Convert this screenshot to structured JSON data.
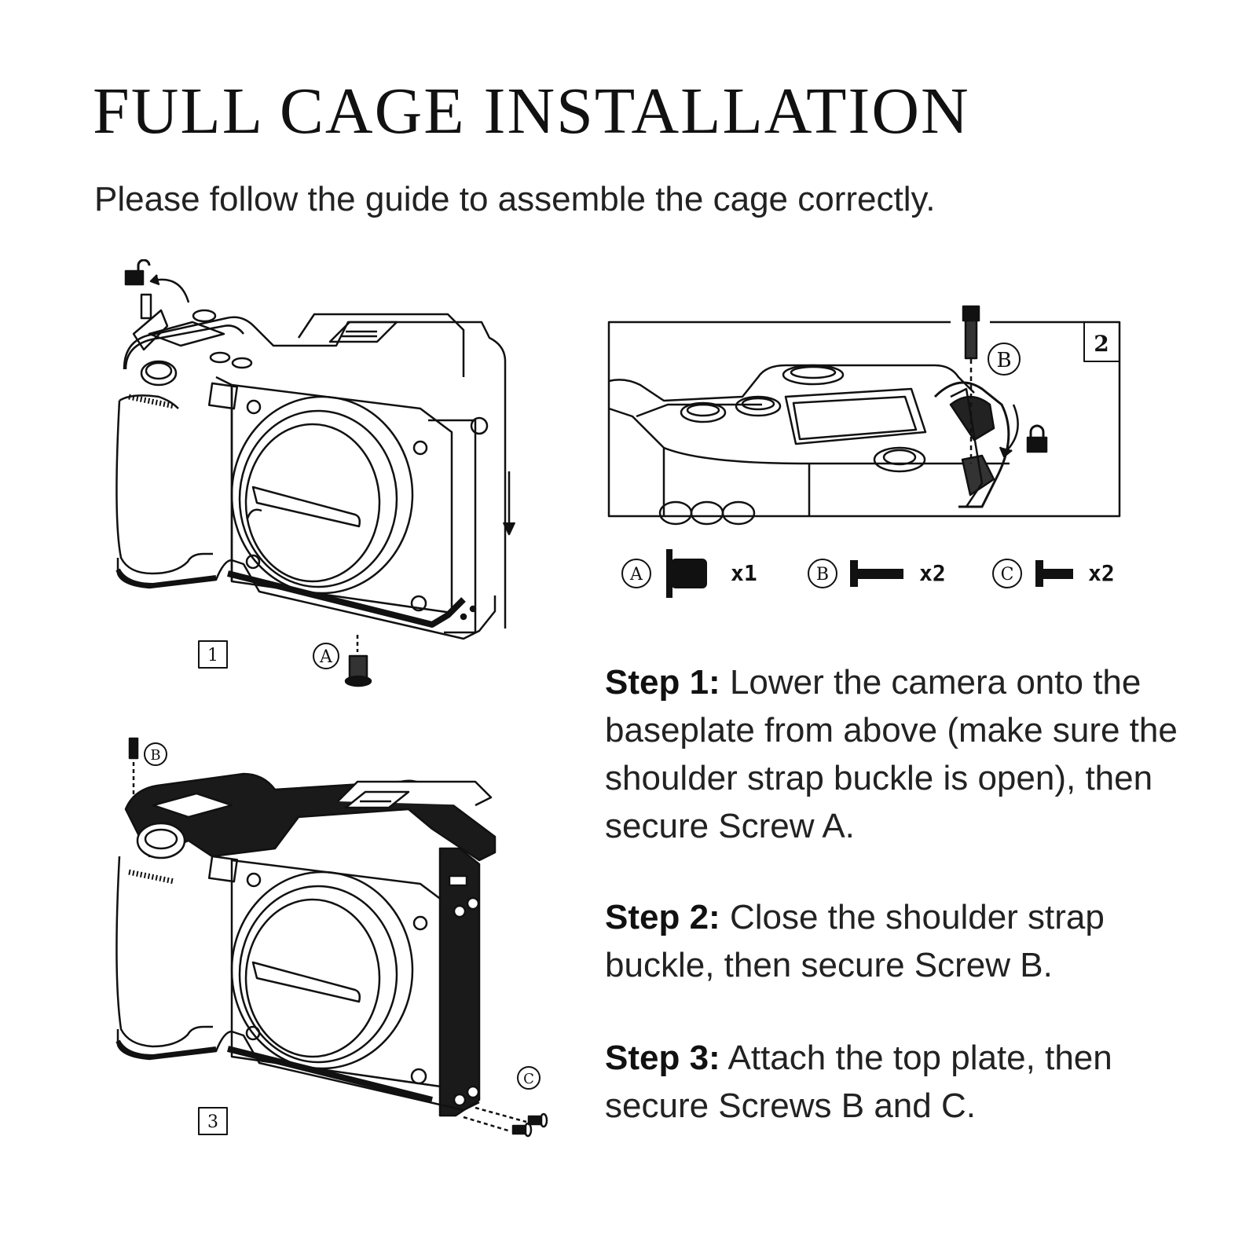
{
  "title": "FULL CAGE INSTALLATION",
  "subtitle": "Please follow the guide to assemble the cage correctly.",
  "figures": {
    "fig1": {
      "number": "1",
      "screw_label": "A"
    },
    "fig2": {
      "number": "2",
      "screw_label": "B"
    },
    "fig3": {
      "number": "3",
      "screw_b_label": "B",
      "screw_c_label": "C"
    }
  },
  "screw_legend": [
    {
      "label": "A",
      "qty": "x1"
    },
    {
      "label": "B",
      "qty": "x2"
    },
    {
      "label": "C",
      "qty": "x2"
    }
  ],
  "steps": [
    {
      "label": "Step 1:",
      "text": "Lower the camera onto the baseplate from above (make sure the shoulder strap buckle is open), then secure Screw A."
    },
    {
      "label": "Step 2:",
      "text": "Close the shoulder strap buckle, then secure Screw B."
    },
    {
      "label": "Step 3:",
      "text": "Attach the top plate, then secure Screws B and C."
    }
  ],
  "icons": [
    "unlock-icon",
    "lock-icon",
    "rotate-arrow-icon",
    "down-arrow-icon"
  ]
}
